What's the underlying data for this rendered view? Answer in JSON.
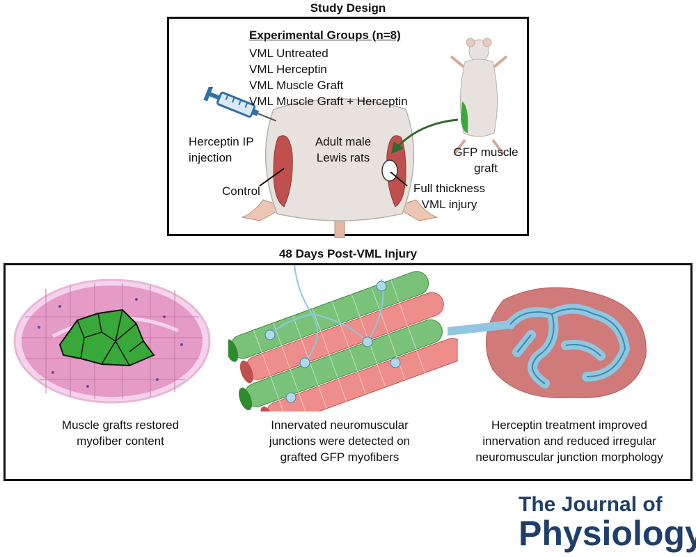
{
  "top": {
    "heading": "Study Design",
    "groups_title": "Experimental Groups (n=8)",
    "groups": [
      "VML Untreated",
      "VML Herceptin",
      "VML Muscle Graft",
      "VML Muscle Graft + Herceptin"
    ],
    "rat_label": [
      "Adult male",
      "Lewis rats"
    ],
    "injection_label": [
      "Herceptin IP",
      "injection"
    ],
    "control_label": "Control",
    "graft_label": [
      "GFP muscle",
      "graft"
    ],
    "injury_label": [
      "Full thickness",
      "VML injury"
    ]
  },
  "bottom": {
    "heading": "48 Days Post-VML Injury",
    "captions": [
      [
        "Muscle grafts restored",
        "myofiber content"
      ],
      [
        "Innervated neuromuscular",
        "junctions were detected on",
        "grafted GFP myofibers"
      ],
      [
        "Herceptin treatment improved",
        "innervation and reduced irregular",
        "neuromuscular junction morphology"
      ]
    ]
  },
  "journal": {
    "line1": "The Journal of",
    "line2": "Physiology"
  },
  "colors": {
    "graft_green": "#3aa83a",
    "muscle_red": "#d9544f",
    "muscle_pink": "#e69ac6",
    "nerve_blue": "#8fc7e0",
    "journal_blue": "#1f3f6a"
  }
}
